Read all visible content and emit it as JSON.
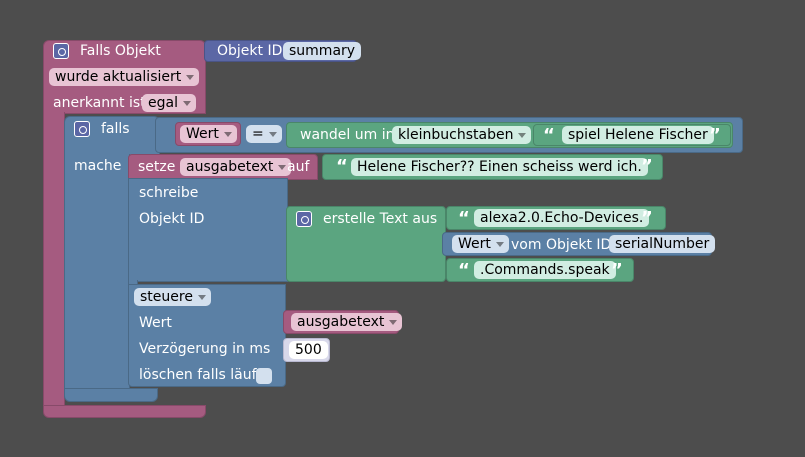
{
  "trigger": {
    "title": "Falls Objekt",
    "object_id_label": "Objekt ID",
    "object_id_value": "summary",
    "event_select": "wurde aktualisiert",
    "ack_label": "anerkannt ist",
    "ack_select": "egal"
  },
  "if_block": {
    "if_label": "falls",
    "do_label": "mache",
    "compare_left": "Wert",
    "compare_op": "=",
    "convert_label": "wandel um in",
    "convert_select": "kleinbuchstaben",
    "compare_text": "spiel Helene Fischer"
  },
  "set_block": {
    "set_label": "setze",
    "variable": "ausgabetext",
    "to_label": "auf",
    "text": "Helene Fischer?? Einen scheiss werd ich."
  },
  "write_block": {
    "write_label": "schreibe",
    "object_id_label": "Objekt ID",
    "create_text_label": "erstelle Text aus",
    "text1": "alexa2.0.Echo-Devices.",
    "value_select": "Wert",
    "from_object_label": "vom Objekt ID",
    "from_object_value": "serialNumber",
    "text3": ".Commands.speak",
    "mode_select": "steuere",
    "value_label": "Wert",
    "value_var": "ausgabetext",
    "delay_label": "Verzögerung in ms",
    "delay_value": "500",
    "clear_label": "löschen falls läuft"
  },
  "colors": {
    "trigger": "#a55b80",
    "logic": "#5b80a5",
    "text": "#5ba580",
    "procedure": "#5b67a5"
  },
  "icons": [
    "gear-icon",
    "quote-open-icon",
    "quote-close-icon"
  ]
}
